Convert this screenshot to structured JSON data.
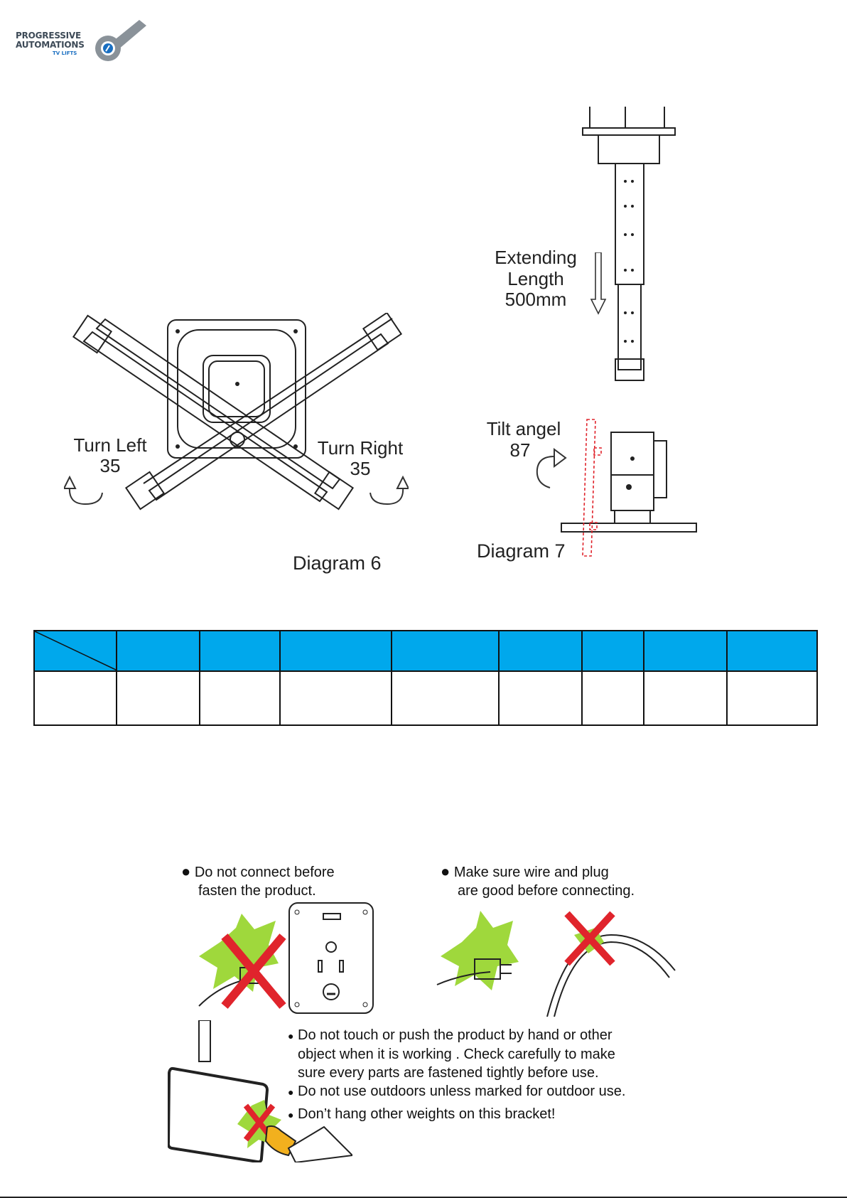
{
  "logo": {
    "line1": "PROGRESSIVE",
    "line2": "AUTOMATIONS",
    "line3": "TV LIFTS"
  },
  "diagram6": {
    "caption": "Diagram 6",
    "turn_left_label": "Turn Left",
    "turn_left_value": "35",
    "turn_right_label": "Turn Right",
    "turn_right_value": "35"
  },
  "diagram7": {
    "caption": "Diagram 7",
    "extending_line1": "Extending",
    "extending_line2": "Length",
    "extending_line3": "500mm",
    "tilt_label": "Tilt angel",
    "tilt_value": "87"
  },
  "spec_table": {
    "header_color": "#00a8ec",
    "columns": 9
  },
  "warnings": {
    "w1_line1": "Do not connect before",
    "w1_line2": "fasten the product.",
    "w2_line1": "Make sure wire and plug",
    "w2_line2": "are good before connecting.",
    "w3_line1": "Do not touch or push the product by hand or other",
    "w3_line2": "object when it is working . Check carefully to make",
    "w3_line3": "sure every parts are fastened tightly before use.",
    "w4": "Do not use outdoors unless marked for outdoor use.",
    "w5": "Don’t hang other weights on this bracket!"
  }
}
